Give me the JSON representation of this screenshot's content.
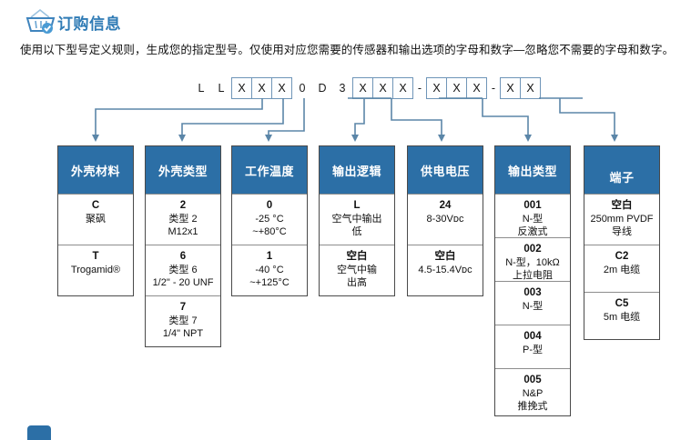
{
  "header": {
    "icon": "shopping-basket-check-icon",
    "title": "订购信息",
    "intro": "使用以下型号定义规则，生成您的指定型号。仅使用对应您需要的传感器和输出选项的字母和数字—忽略您不需要的字母和数字。",
    "title_color": "#2f7bb5"
  },
  "model_code": {
    "segments": [
      {
        "type": "plain",
        "text": "L"
      },
      {
        "type": "plain",
        "text": "L"
      },
      {
        "type": "boxes",
        "values": [
          "X",
          "X",
          "X"
        ]
      },
      {
        "type": "plain",
        "text": "0"
      },
      {
        "type": "plain",
        "text": "D"
      },
      {
        "type": "plain",
        "text": "3"
      },
      {
        "type": "boxes",
        "values": [
          "X",
          "X",
          "X"
        ]
      },
      {
        "type": "dash",
        "text": "-"
      },
      {
        "type": "boxes",
        "values": [
          "X",
          "X",
          "X"
        ]
      },
      {
        "type": "dash",
        "text": "-"
      },
      {
        "type": "boxes",
        "values": [
          "X",
          "X"
        ]
      }
    ]
  },
  "theme": {
    "header_blue": "#2c6fa6",
    "connector_blue": "#5b86a8",
    "box_border": "#6f95b8",
    "column_border": "#4a4a4a"
  },
  "columns": [
    {
      "id": "housing-material",
      "header": "外壳材料",
      "options": [
        {
          "code": "C",
          "desc": "聚砜"
        },
        {
          "code": "T",
          "desc": "Trogamid®"
        }
      ]
    },
    {
      "id": "housing-type",
      "header": "外壳类型",
      "options": [
        {
          "code": "2",
          "desc": "类型 2\nM12x1"
        },
        {
          "code": "6",
          "desc": "类型 6\n1/2\" - 20 UNF"
        },
        {
          "code": "7",
          "desc": "类型 7\n1/4\" NPT"
        }
      ]
    },
    {
      "id": "operating-temperature",
      "header": "工作温度",
      "options": [
        {
          "code": "0",
          "desc": "-25 °C\n~+80°C"
        },
        {
          "code": "1",
          "desc": "-40 °C\n~+125°C"
        }
      ]
    },
    {
      "id": "output-logic",
      "header": "输出逻辑",
      "options": [
        {
          "code": "L",
          "desc": "空气中输出\n低"
        },
        {
          "code": "空白",
          "desc": "空气中输\n出高"
        }
      ]
    },
    {
      "id": "supply-voltage",
      "header": "供电电压",
      "options": [
        {
          "code": "24",
          "desc": "8-30Vᴅᴄ"
        },
        {
          "code": "空白",
          "desc": "4.5-15.4Vᴅᴄ"
        }
      ]
    },
    {
      "id": "output-type",
      "header": "输出类型",
      "options": [
        {
          "code": "001",
          "desc": "N-型\n反激式"
        },
        {
          "code": "002",
          "desc": "N-型，10kΩ\n上拉电阻"
        },
        {
          "code": "003",
          "desc": "N-型"
        },
        {
          "code": "004",
          "desc": "P-型"
        },
        {
          "code": "005",
          "desc": "N&P\n推挽式"
        }
      ]
    },
    {
      "id": "terminal",
      "header": "端子",
      "options": [
        {
          "code": "空白",
          "desc": "250mm PVDF\n导线"
        },
        {
          "code": "C2",
          "desc": "2m 电缆"
        },
        {
          "code": "C5",
          "desc": "5m 电缆"
        }
      ]
    }
  ]
}
